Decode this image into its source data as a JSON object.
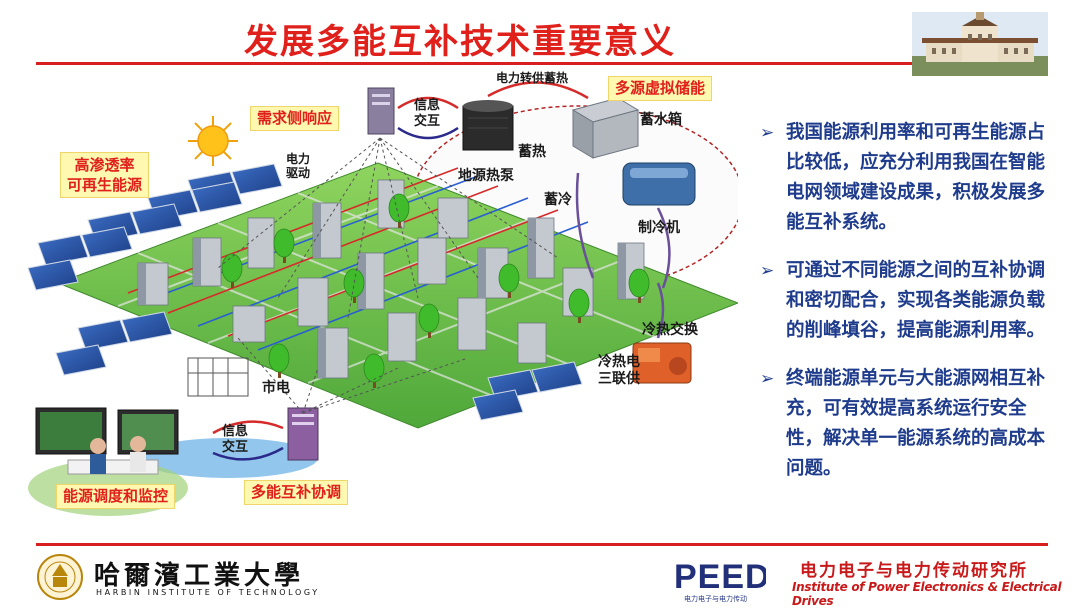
{
  "slide": {
    "title": "发展多能互补技术重要意义"
  },
  "diagram": {
    "labels": {
      "demand_response": "需求侧响应",
      "high_renewable_line1": "高渗透率",
      "high_renewable_line2": "可再生能源",
      "power_drive_line1": "电力",
      "power_drive_line2": "驱动",
      "info_exchange_top_line1": "信息",
      "info_exchange_top_line2": "交互",
      "electric_to_heat": "电力转供蓄热",
      "virtual_storage": "多源虚拟储能",
      "water_tank": "蓄水箱",
      "heat_storage": "蓄热",
      "ground_heat_pump": "地源热泵",
      "cold_storage": "蓄冷",
      "chiller": "制冷机",
      "cold_heat_exchange": "冷热交换",
      "cchp_line1": "冷热电",
      "cchp_line2": "三联供",
      "grid": "市电",
      "info_exchange_bottom_line1": "信息",
      "info_exchange_bottom_line2": "交互",
      "dispatch_monitor": "能源调度和监控",
      "multi_energy_coordination": "多能互补协调"
    }
  },
  "bullets": [
    {
      "text": "我国能源利用率和可再生能源占比较低，应充分利用我国在智能电网领域建设成果，积极发展多能互补系统。"
    },
    {
      "text": "可通过不同能源之间的互补协调和密切配合，实现各类能源负载的削峰填谷，提高能源利用率。"
    },
    {
      "text": "终端能源单元与大能源网相互补充，可有效提高系统运行安全性，解决单一能源系统的高成本问题。"
    }
  ],
  "footer": {
    "university_cn": "哈爾濱工業大學",
    "university_en": "HARBIN INSTITUTE OF TECHNOLOGY",
    "peed_logo": "PEED",
    "peed_sub": "电力电子与电力传动",
    "institute_cn": "电力电子与电力传动研究所",
    "institute_en": "Institute of Power Electronics & Electrical Drives"
  },
  "colors": {
    "title_red": "#e0201b",
    "bullet_blue": "#1f3c8c",
    "label_bg": "#fff8b0",
    "ground_green": "#6cc24a"
  },
  "icons": [
    "sun-icon",
    "solar-panel-icon",
    "building-icon",
    "tree-icon",
    "server-icon",
    "heat-pump-icon",
    "water-tank-icon",
    "chiller-icon",
    "generator-icon",
    "substation-icon",
    "monitor-icon"
  ]
}
